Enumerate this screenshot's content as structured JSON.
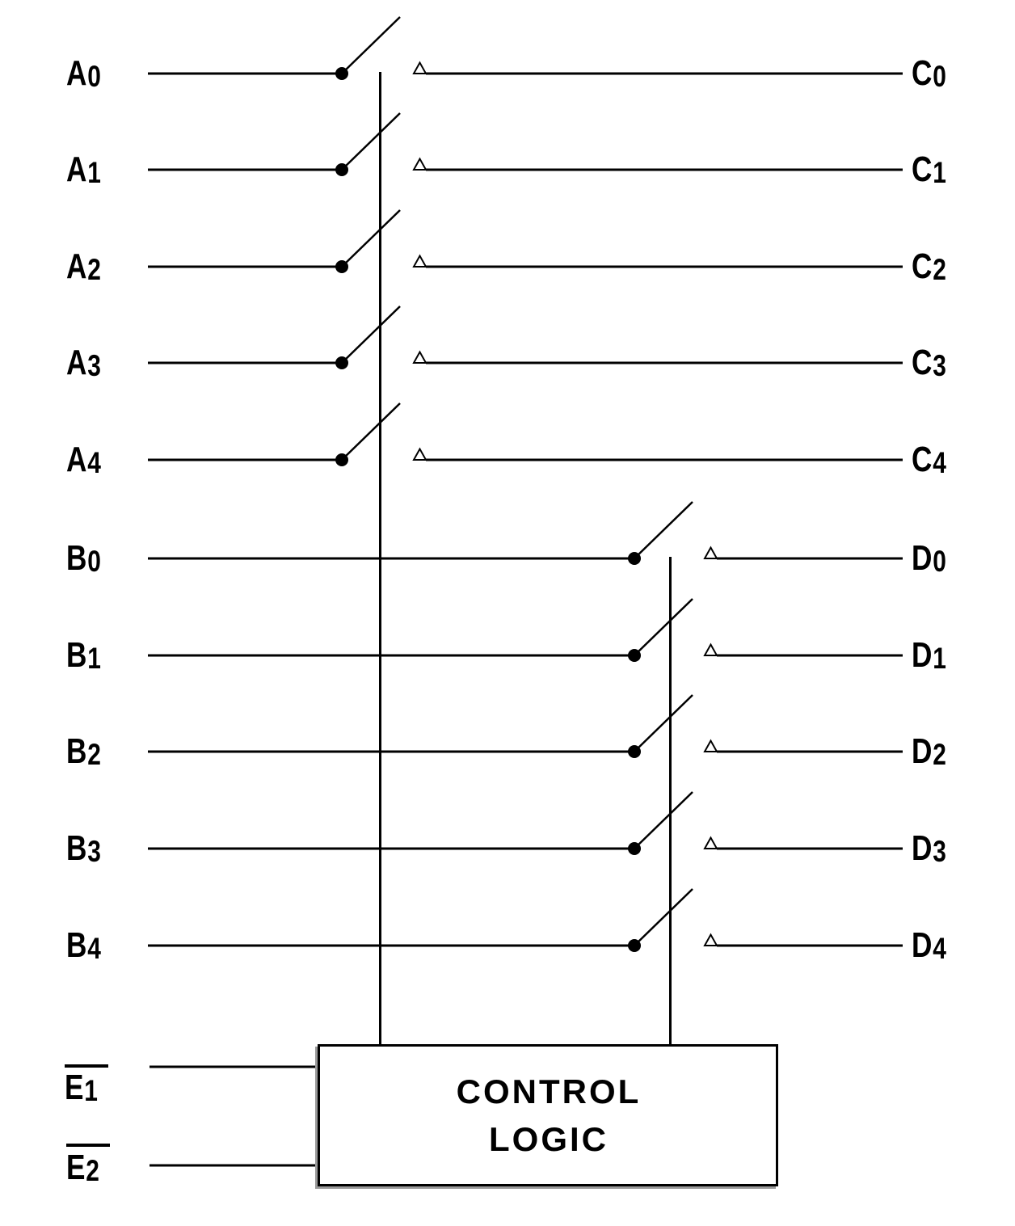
{
  "diagram": {
    "background_color": "#ffffff",
    "line_color": "#000000",
    "switch_rows": [
      {
        "input_base": "A",
        "input_sub": "0",
        "output_base": "C",
        "output_sub": "0"
      },
      {
        "input_base": "A",
        "input_sub": "1",
        "output_base": "C",
        "output_sub": "1"
      },
      {
        "input_base": "A",
        "input_sub": "2",
        "output_base": "C",
        "output_sub": "2"
      },
      {
        "input_base": "A",
        "input_sub": "3",
        "output_base": "C",
        "output_sub": "3"
      },
      {
        "input_base": "A",
        "input_sub": "4",
        "output_base": "C",
        "output_sub": "4"
      },
      {
        "input_base": "B",
        "input_sub": "0",
        "output_base": "D",
        "output_sub": "0"
      },
      {
        "input_base": "B",
        "input_sub": "1",
        "output_base": "D",
        "output_sub": "1"
      },
      {
        "input_base": "B",
        "input_sub": "2",
        "output_base": "D",
        "output_sub": "2"
      },
      {
        "input_base": "B",
        "input_sub": "3",
        "output_base": "D",
        "output_sub": "3"
      },
      {
        "input_base": "B",
        "input_sub": "4",
        "output_base": "D",
        "output_sub": "4"
      }
    ],
    "enable_inputs": [
      {
        "base": "E",
        "sub": "1",
        "overline": true
      },
      {
        "base": "E",
        "sub": "2",
        "overline": true
      }
    ],
    "control_box": {
      "line1": "CONTROL",
      "line2": "LOGIC"
    }
  }
}
